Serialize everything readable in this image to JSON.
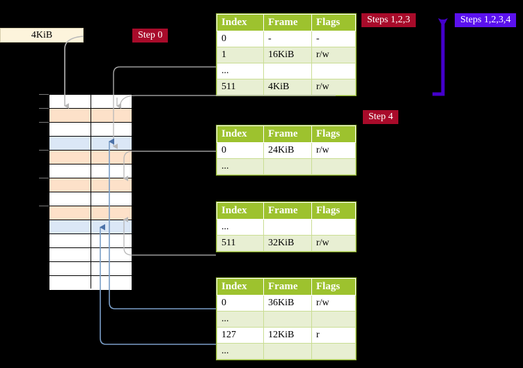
{
  "diagram": {
    "title": "four-level-page-table-walk",
    "background": "#000000"
  },
  "frame_box": {
    "label": "4KiB"
  },
  "badges": {
    "step0": {
      "label": "Step 0",
      "color": "#a80b2a"
    },
    "step4": {
      "label": "Step 4",
      "color": "#a80b2a"
    },
    "steps123": {
      "label": "Steps 1,2,3",
      "color": "#a80b2a"
    },
    "steps1234": {
      "label": "Steps 1,2,3,4",
      "color": "#5b11ee"
    }
  },
  "memory": {
    "name": "physical-memory-column",
    "rows": [
      {
        "fill": "white",
        "tick": true
      },
      {
        "fill": "orange",
        "tick": true
      },
      {
        "fill": "white",
        "tick": true
      },
      {
        "fill": "blue",
        "tick": false
      },
      {
        "fill": "orange",
        "tick": true
      },
      {
        "fill": "white",
        "tick": false
      },
      {
        "fill": "orange",
        "tick": true
      },
      {
        "fill": "white",
        "tick": false
      },
      {
        "fill": "orange",
        "tick": true
      },
      {
        "fill": "blue",
        "tick": false
      },
      {
        "fill": "white",
        "tick": false
      },
      {
        "fill": "white",
        "tick": false
      },
      {
        "fill": "white",
        "tick": false
      },
      {
        "fill": "white",
        "tick": false
      }
    ],
    "colors": {
      "white": "#ffffff",
      "orange": "#fde1c9",
      "blue": "#dbe7f6"
    }
  },
  "tables": [
    {
      "name": "pml4-table",
      "headers": [
        "Index",
        "Frame",
        "Flags"
      ],
      "rows": [
        {
          "cells": [
            "0",
            "-",
            "-"
          ],
          "alt": false,
          "highlight": false
        },
        {
          "cells": [
            "1",
            "16KiB",
            "r/w"
          ],
          "alt": true,
          "highlight": false
        },
        {
          "cells": [
            "...",
            "",
            ""
          ],
          "alt": false,
          "highlight": false
        },
        {
          "cells": [
            "511",
            "4KiB",
            "r/w"
          ],
          "alt": true,
          "highlight": true
        }
      ]
    },
    {
      "name": "pdp-table",
      "headers": [
        "Index",
        "Frame",
        "Flags"
      ],
      "rows": [
        {
          "cells": [
            "0",
            "24KiB",
            "r/w"
          ],
          "alt": false,
          "highlight": false
        },
        {
          "cells": [
            "...",
            "",
            ""
          ],
          "alt": true,
          "highlight": false
        }
      ]
    },
    {
      "name": "pd-table",
      "headers": [
        "Index",
        "Frame",
        "Flags"
      ],
      "rows": [
        {
          "cells": [
            "...",
            "",
            ""
          ],
          "alt": false,
          "highlight": false
        },
        {
          "cells": [
            "511",
            "32KiB",
            "r/w"
          ],
          "alt": true,
          "highlight": false
        }
      ]
    },
    {
      "name": "pt-table",
      "headers": [
        "Index",
        "Frame",
        "Flags"
      ],
      "rows": [
        {
          "cells": [
            "0",
            "36KiB",
            "r/w"
          ],
          "alt": false,
          "highlight": false
        },
        {
          "cells": [
            "...",
            "",
            ""
          ],
          "alt": true,
          "highlight": false
        },
        {
          "cells": [
            "127",
            "12KiB",
            "r"
          ],
          "alt": false,
          "highlight": false
        },
        {
          "cells": [
            "...",
            "",
            ""
          ],
          "alt": true,
          "highlight": false
        }
      ]
    }
  ],
  "connectors": {
    "gray_color": "#b0b0b0",
    "blue_color": "#7a9ec7",
    "purple_color": "#4400cc"
  }
}
